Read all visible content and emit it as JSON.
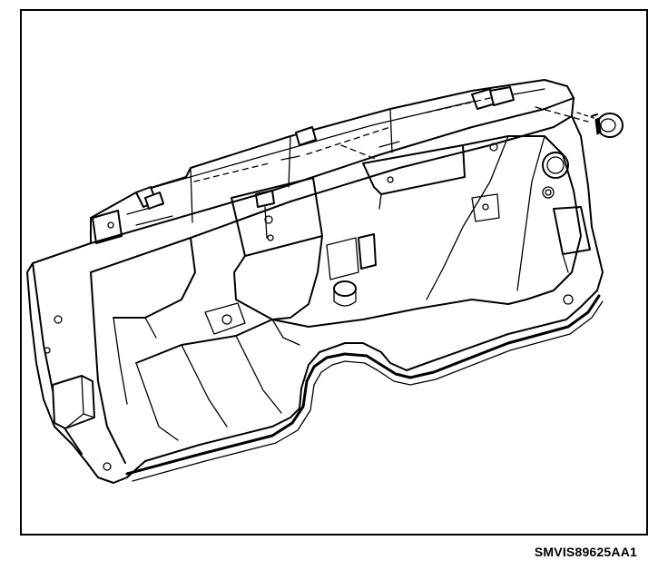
{
  "figure": {
    "code": "SMVIS89625AA1"
  },
  "colors": {
    "line": "#000000",
    "background": "#ffffff"
  },
  "parts": [
    "dash-panel-assembly",
    "dash-panel-plug",
    "lower-seam-sealer-bead",
    "wiper-mounting-tabs",
    "left-side-mounting-flange",
    "right-side-mounting-flange",
    "rectangular-insulator-block",
    "weld-nut-bracket",
    "steering-column-opening"
  ]
}
